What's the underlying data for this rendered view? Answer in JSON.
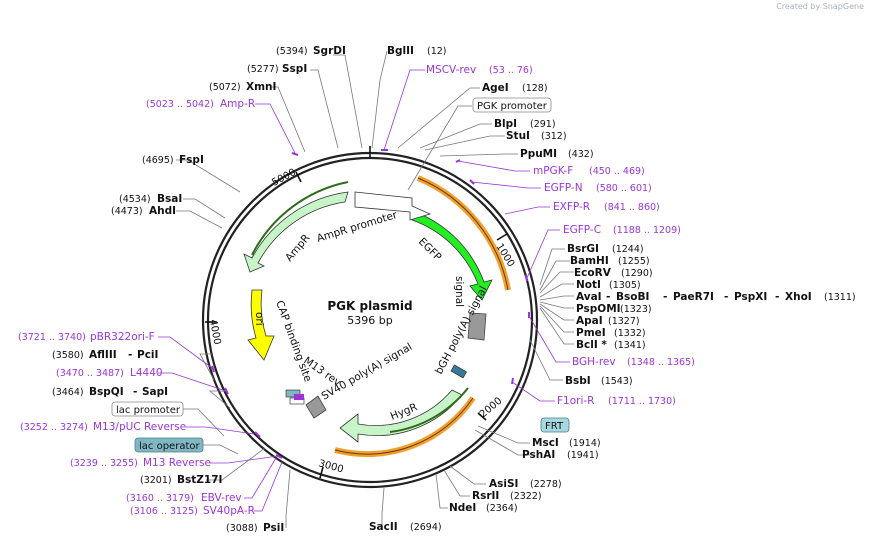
{
  "plasmid": {
    "name": "PGK plasmid",
    "length": "5396 bp"
  },
  "credit": "Created by SnapGene",
  "ticks": [
    "1000",
    "2000",
    "3000",
    "4000",
    "5000"
  ],
  "sites": [
    {
      "id": "sgrdi",
      "name": "SgrDI",
      "pos": "(5394)"
    },
    {
      "id": "bglii",
      "name": "BglII",
      "pos": "(12)"
    },
    {
      "id": "sspi",
      "name": "SspI",
      "pos": "(5277)"
    },
    {
      "id": "xmni",
      "name": "XmnI",
      "pos": "(5072)"
    },
    {
      "id": "agei",
      "name": "AgeI",
      "pos": "(128)"
    },
    {
      "id": "blpi",
      "name": "BlpI",
      "pos": "(291)"
    },
    {
      "id": "stui",
      "name": "StuI",
      "pos": "(312)"
    },
    {
      "id": "ppumi",
      "name": "PpuMI",
      "pos": "(432)"
    },
    {
      "id": "fspi",
      "name": "FspI",
      "pos": "(4695)"
    },
    {
      "id": "bsai",
      "name": "BsaI",
      "pos": "(4534)"
    },
    {
      "id": "ahdi",
      "name": "AhdI",
      "pos": "(4473)"
    },
    {
      "id": "bsrgi",
      "name": "BsrGI",
      "pos": "(1244)"
    },
    {
      "id": "bamhi",
      "name": "BamHI",
      "pos": "(1255)"
    },
    {
      "id": "ecorv",
      "name": "EcoRV",
      "pos": "(1290)"
    },
    {
      "id": "noti",
      "name": "NotI",
      "pos": "(1305)"
    },
    {
      "id": "pspomi",
      "name": "PspOMI",
      "pos": "(1323)"
    },
    {
      "id": "apai",
      "name": "ApaI",
      "pos": "(1327)"
    },
    {
      "id": "pmei",
      "name": "PmeI",
      "pos": "(1332)"
    },
    {
      "id": "bcli",
      "name": "BclI *",
      "pos": "(1341)"
    },
    {
      "id": "bsbi",
      "name": "BsbI",
      "pos": "(1543)"
    },
    {
      "id": "afliii",
      "name": "AflIII",
      "pos": "(3580)"
    },
    {
      "id": "bspqi",
      "name": "BspQI",
      "pos": "(3464)"
    },
    {
      "id": "msci",
      "name": "MscI",
      "pos": "(1914)"
    },
    {
      "id": "pshai",
      "name": "PshAI",
      "pos": "(1941)"
    },
    {
      "id": "bstz17i",
      "name": "BstZ17I",
      "pos": "(3201)"
    },
    {
      "id": "asisi",
      "name": "AsiSI",
      "pos": "(2278)"
    },
    {
      "id": "rsrii",
      "name": "RsrII",
      "pos": "(2322)"
    },
    {
      "id": "ndei",
      "name": "NdeI",
      "pos": "(2364)"
    },
    {
      "id": "psii",
      "name": "PsiI",
      "pos": "(3088)"
    },
    {
      "id": "sacii",
      "name": "SacII",
      "pos": "(2694)"
    }
  ],
  "multi_site": {
    "name1": "AvaI",
    "sep1": "-",
    "name2": "BsoBI",
    "sep2": "-",
    "name3": "PaeR7I",
    "sep3": "-",
    "name4": "PspXI",
    "sep4": "-",
    "name5": "XhoI",
    "pos": "(1311)"
  },
  "afliii_extra": {
    "sep": "-",
    "name": "PciI"
  },
  "bspqi_extra": {
    "sep": "-",
    "name": "SapI"
  },
  "primers": [
    {
      "id": "msvc",
      "name": "MSCV-rev",
      "pos": "(53 .. 76)"
    },
    {
      "id": "ampr",
      "name": "Amp-R",
      "pos": "(5023 .. 5042)"
    },
    {
      "id": "mpgkf",
      "name": "mPGK-F",
      "pos": "(450 .. 469)"
    },
    {
      "id": "egfpn",
      "name": "EGFP-N",
      "pos": "(580 .. 601)"
    },
    {
      "id": "exfpr",
      "name": "EXFP-R",
      "pos": "(841 .. 860)"
    },
    {
      "id": "egfpc",
      "name": "EGFP-C",
      "pos": "(1188 .. 1209)"
    },
    {
      "id": "bghrev",
      "name": "BGH-rev",
      "pos": "(1348 .. 1365)"
    },
    {
      "id": "f1ori",
      "name": "F1ori-R",
      "pos": "(1711 .. 1730)"
    },
    {
      "id": "pbr322",
      "name": "pBR322ori-F",
      "pos": "(3721 .. 3740)"
    },
    {
      "id": "l4440",
      "name": "L4440",
      "pos": "(3470 .. 3487)"
    },
    {
      "id": "m13puc",
      "name": "M13/pUC Reverse",
      "pos": "(3252 .. 3274)"
    },
    {
      "id": "m13rev",
      "name": "M13 Reverse",
      "pos": "(3239 .. 3255)"
    },
    {
      "id": "ebvrev",
      "name": "EBV-rev",
      "pos": "(3160 .. 3179)"
    },
    {
      "id": "sv40pa",
      "name": "SV40pA-R",
      "pos": "(3106 .. 3125)"
    }
  ],
  "boxes": {
    "pgk": "PGK promoter",
    "lacp": "lac promoter",
    "laco": "lac operator",
    "frt": "FRT"
  },
  "features": {
    "egfp": "EGFP",
    "ampr": "AmpR",
    "ampr_promoter": "AmpR promoter",
    "ori": "ori",
    "cap": "CAP binding site",
    "m13rev": "M13 rev",
    "sv40": "SV40 poly(A) signal",
    "hygr": "HygR",
    "bgh": "bGH poly(A) signal"
  },
  "colors": {
    "primer": "#9b35d6",
    "egfp": "#22ee22",
    "ampr": "#c8f5c8",
    "ori": "#ffff00",
    "hygr": "#c8f5c8",
    "orange": "#f0a030",
    "frt": "#a6d8e0",
    "lacop": "#7fb8c4"
  }
}
